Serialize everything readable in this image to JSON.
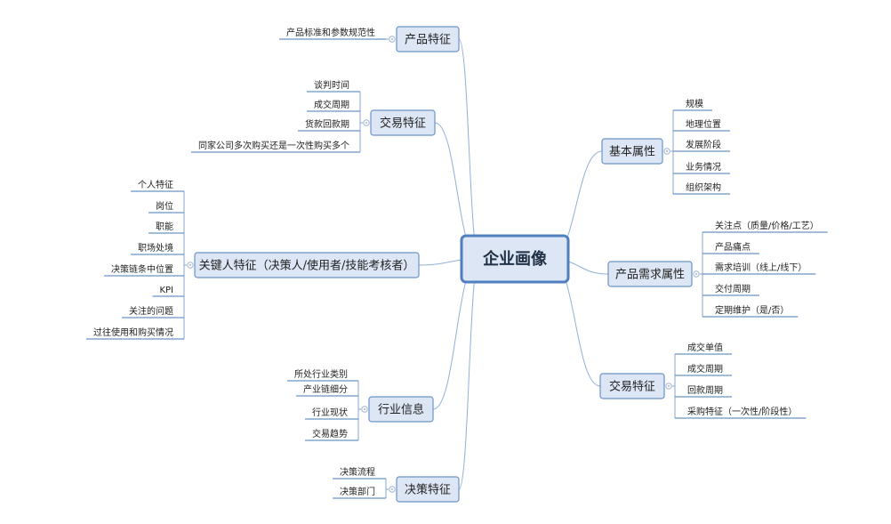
{
  "root": {
    "label": "企业画像"
  },
  "branches": [
    {
      "id": "product-feature",
      "label": "产品特征",
      "items": [
        "产品标准和参数规范性"
      ]
    },
    {
      "id": "transaction-left",
      "label": "交易特征",
      "items": [
        "谈判时间",
        "成交周期",
        "货款回款期",
        "同家公司多次购买还是一次性购买多个"
      ]
    },
    {
      "id": "key-person",
      "label": "关键人特征（决策人/使用者/技能考核者）",
      "items": [
        "个人特征",
        "岗位",
        "职能",
        "职场处境",
        "决策链条中位置",
        "KPI",
        "关注的问题",
        "过往使用和购买情况"
      ]
    },
    {
      "id": "industry",
      "label": "行业信息",
      "items": [
        "所处行业类别",
        "产业链细分",
        "行业现状",
        "交易趋势"
      ]
    },
    {
      "id": "decision",
      "label": "决策特征",
      "items": [
        "决策流程",
        "决策部门"
      ]
    },
    {
      "id": "basic",
      "label": "基本属性",
      "items": [
        "规模",
        "地理位置",
        "发展阶段",
        "业务情况",
        "组织架构"
      ]
    },
    {
      "id": "demand",
      "label": "产品需求属性",
      "items": [
        "关注点（质量/价格/工艺）",
        "产品痛点",
        "需求培训（线上/线下）",
        "交付周期",
        "定期维护（是/否）"
      ]
    },
    {
      "id": "transaction-right",
      "label": "交易特征",
      "items": [
        "成交单值",
        "成交周期",
        "回款周期",
        "采购特征（一次性/阶段性）"
      ]
    }
  ]
}
